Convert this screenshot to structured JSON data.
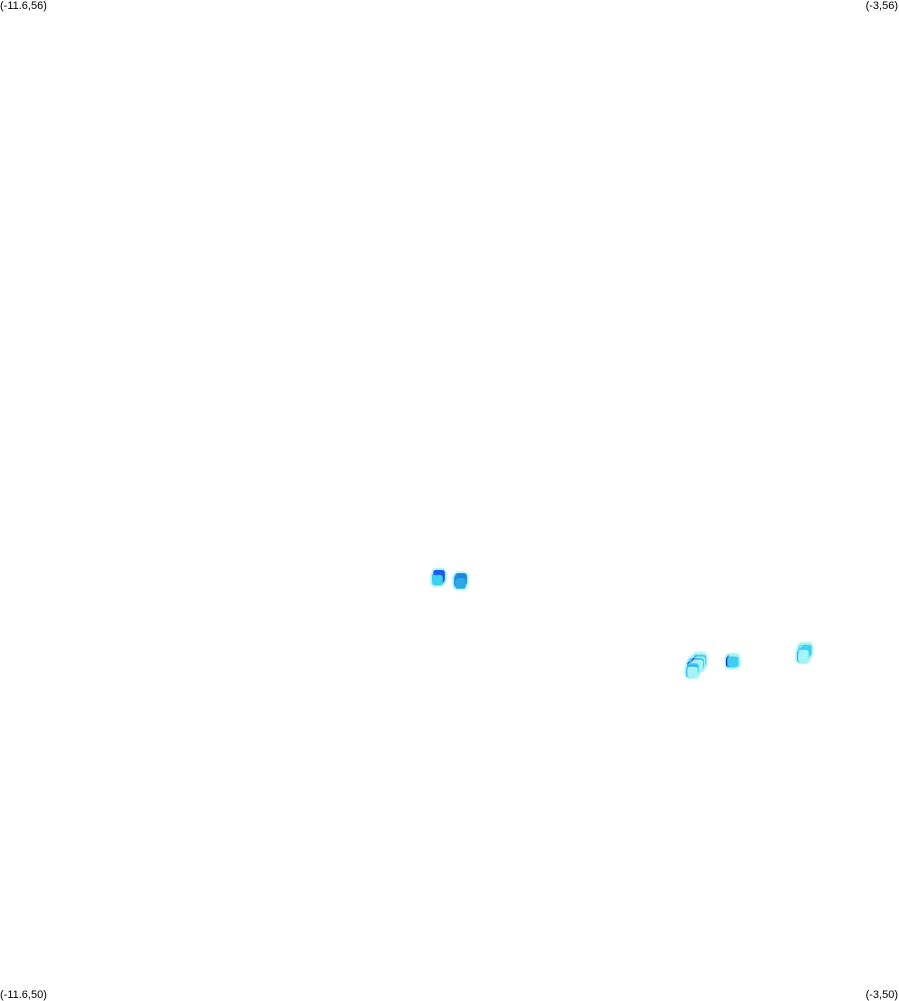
{
  "corners": {
    "top_left": "(-11.6,56)",
    "top_right": "(-3,56)",
    "bottom_left": "(-11.6,50)",
    "bottom_right": "(-3,50)"
  },
  "extent": {
    "lon_min": -11.6,
    "lon_max": -3,
    "lat_min": 50,
    "lat_max": 56
  },
  "palette": {
    "light_cyan": "#a6f4f8",
    "cyan": "#3fd0f0",
    "sky_blue": "#2aa8e8",
    "medium_blue": "#1f86d8",
    "royal_blue": "#1a5cf0",
    "navy": "#1030c0",
    "magenta": "#e020e0"
  },
  "cells": [
    {
      "lon": -7.405,
      "lat": 52.545,
      "level": "royal_blue"
    },
    {
      "lon": -7.395,
      "lat": 52.545,
      "level": "royal_blue"
    },
    {
      "lon": -7.405,
      "lat": 52.535,
      "level": "royal_blue"
    },
    {
      "lon": -7.395,
      "lat": 52.535,
      "level": "royal_blue"
    },
    {
      "lon": -7.415,
      "lat": 52.525,
      "level": "sky_blue"
    },
    {
      "lon": -7.405,
      "lat": 52.525,
      "level": "royal_blue"
    },
    {
      "lon": -7.415,
      "lat": 52.515,
      "level": "cyan"
    },
    {
      "lon": -7.195,
      "lat": 52.525,
      "level": "medium_blue"
    },
    {
      "lon": -7.185,
      "lat": 52.525,
      "level": "medium_blue"
    },
    {
      "lon": -7.205,
      "lat": 52.515,
      "level": "medium_blue"
    },
    {
      "lon": -7.195,
      "lat": 52.515,
      "level": "sky_blue"
    },
    {
      "lon": -7.185,
      "lat": 52.515,
      "level": "medium_blue"
    },
    {
      "lon": -7.205,
      "lat": 52.505,
      "level": "medium_blue"
    },
    {
      "lon": -7.195,
      "lat": 52.505,
      "level": "medium_blue"
    },
    {
      "lon": -7.195,
      "lat": 52.495,
      "level": "sky_blue"
    },
    {
      "lon": -4.905,
      "lat": 52.045,
      "level": "light_cyan"
    },
    {
      "lon": -4.915,
      "lat": 52.035,
      "level": "cyan"
    },
    {
      "lon": -4.905,
      "lat": 52.035,
      "level": "sky_blue"
    },
    {
      "lon": -4.895,
      "lat": 52.035,
      "level": "cyan"
    },
    {
      "lon": -4.945,
      "lat": 52.025,
      "level": "light_cyan"
    },
    {
      "lon": -4.925,
      "lat": 52.025,
      "level": "cyan"
    },
    {
      "lon": -4.915,
      "lat": 52.025,
      "level": "sky_blue"
    },
    {
      "lon": -4.905,
      "lat": 52.025,
      "level": "light_cyan"
    },
    {
      "lon": -4.955,
      "lat": 52.015,
      "level": "sky_blue"
    },
    {
      "lon": -4.945,
      "lat": 52.015,
      "level": "cyan"
    },
    {
      "lon": -4.935,
      "lat": 52.015,
      "level": "navy"
    },
    {
      "lon": -4.925,
      "lat": 52.015,
      "level": "magenta"
    },
    {
      "lon": -4.915,
      "lat": 52.015,
      "level": "cyan"
    },
    {
      "lon": -4.965,
      "lat": 52.005,
      "level": "cyan"
    },
    {
      "lon": -4.955,
      "lat": 52.005,
      "level": "cyan"
    },
    {
      "lon": -4.945,
      "lat": 52.005,
      "level": "magenta"
    },
    {
      "lon": -4.935,
      "lat": 52.005,
      "level": "sky_blue"
    },
    {
      "lon": -4.925,
      "lat": 52.005,
      "level": "light_cyan"
    },
    {
      "lon": -4.975,
      "lat": 51.995,
      "level": "navy"
    },
    {
      "lon": -4.965,
      "lat": 51.995,
      "level": "sky_blue"
    },
    {
      "lon": -4.955,
      "lat": 51.995,
      "level": "cyan"
    },
    {
      "lon": -4.945,
      "lat": 51.995,
      "level": "light_cyan"
    },
    {
      "lon": -4.975,
      "lat": 51.985,
      "level": "cyan"
    },
    {
      "lon": -4.965,
      "lat": 51.985,
      "level": "cyan"
    },
    {
      "lon": -4.975,
      "lat": 51.975,
      "level": "sky_blue"
    },
    {
      "lon": -4.985,
      "lat": 51.965,
      "level": "sky_blue"
    },
    {
      "lon": -4.975,
      "lat": 51.965,
      "level": "light_cyan"
    },
    {
      "lon": -4.595,
      "lat": 52.035,
      "level": "sky_blue"
    },
    {
      "lon": -4.585,
      "lat": 52.035,
      "level": "light_cyan"
    },
    {
      "lon": -4.605,
      "lat": 52.025,
      "level": "navy"
    },
    {
      "lon": -4.595,
      "lat": 52.025,
      "level": "sky_blue"
    },
    {
      "lon": -4.585,
      "lat": 52.025,
      "level": "cyan"
    },
    {
      "lon": -3.895,
      "lat": 52.105,
      "level": "light_cyan"
    },
    {
      "lon": -3.905,
      "lat": 52.095,
      "level": "cyan"
    },
    {
      "lon": -3.895,
      "lat": 52.095,
      "level": "light_cyan"
    },
    {
      "lon": -3.885,
      "lat": 52.095,
      "level": "cyan"
    },
    {
      "lon": -3.915,
      "lat": 52.085,
      "level": "cyan"
    },
    {
      "lon": -3.905,
      "lat": 52.085,
      "level": "light_cyan"
    },
    {
      "lon": -3.895,
      "lat": 52.085,
      "level": "cyan"
    },
    {
      "lon": -3.915,
      "lat": 52.075,
      "level": "cyan"
    },
    {
      "lon": -3.905,
      "lat": 52.075,
      "level": "cyan"
    },
    {
      "lon": -3.925,
      "lat": 52.065,
      "level": "cyan"
    },
    {
      "lon": -3.915,
      "lat": 52.065,
      "level": "light_cyan"
    },
    {
      "lon": -3.925,
      "lat": 52.055,
      "level": "sky_blue"
    },
    {
      "lon": -3.915,
      "lat": 52.055,
      "level": "light_cyan"
    }
  ]
}
